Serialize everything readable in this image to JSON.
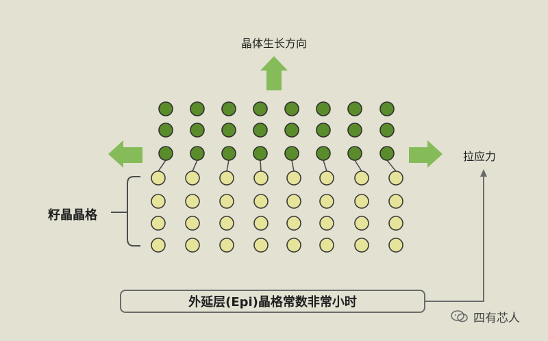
{
  "labels": {
    "growth_direction": "晶体生长方向",
    "tensile_stress": "拉应力",
    "seed_lattice": "籽晶晶格",
    "note": "外延层(Epi)晶格常数非常小时",
    "watermark": "四有芯人"
  },
  "icons": {
    "arrow_up": "arrow-up-icon",
    "arrow_left": "arrow-left-icon",
    "arrow_right": "arrow-right-icon",
    "wechat": "wechat-icon"
  },
  "colors": {
    "background": "#e2e1d2",
    "epi_atom_fill": "#5a8c2c",
    "seed_atom_fill": "#e6e39b",
    "arrow_fill": "#86bb5a",
    "line": "#4d4d4d"
  }
}
